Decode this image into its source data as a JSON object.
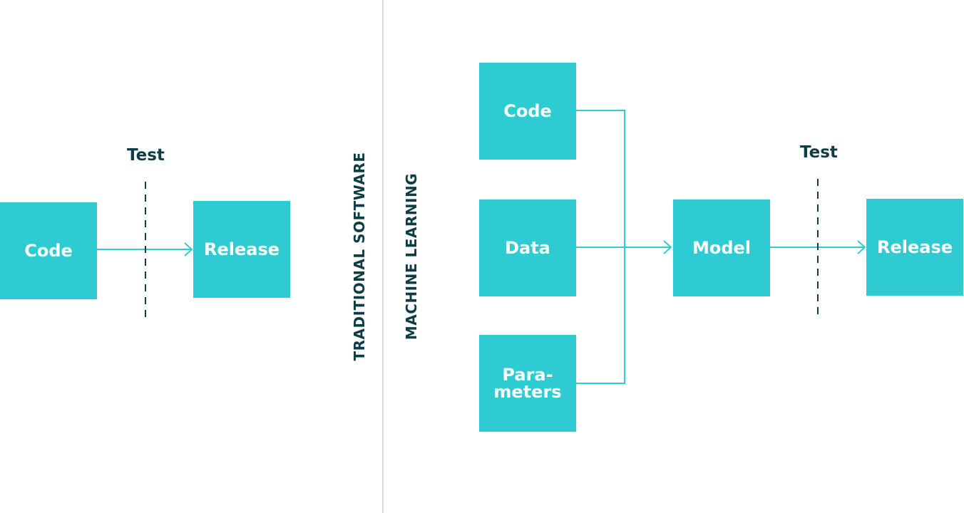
{
  "colors": {
    "box_fill": "#2ecbd3",
    "box_text": "#ffffff",
    "connector": "#2ecbd3",
    "label_text": "#0f3d45",
    "divider": "#d9d9d9",
    "dashed_line": "#0f3d45"
  },
  "traditional": {
    "section_title": "TRADITIONAL SOFTWARE",
    "code_label": "Code",
    "test_label": "Test",
    "release_label": "Release"
  },
  "machine_learning": {
    "section_title": "MACHINE LEARNING",
    "code_label": "Code",
    "data_label": "Data",
    "parameters_label": "Para-\nmeters",
    "model_label": "Model",
    "test_label": "Test",
    "release_label": "Release"
  }
}
